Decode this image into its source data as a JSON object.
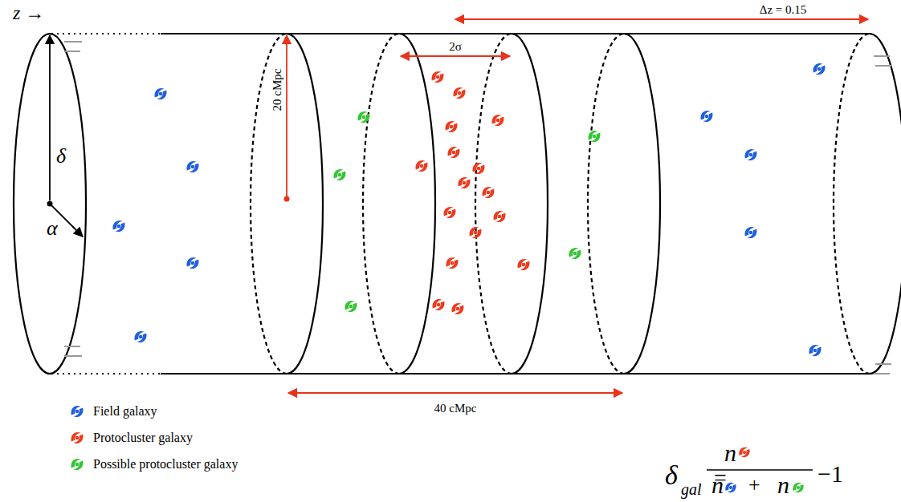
{
  "diagram": {
    "labels": [
      "z →",
      "δ",
      "α",
      "20 cMpc",
      "2σ",
      "Δz = 0.15",
      "40 cMpc",
      "δ",
      "gal",
      "=",
      "n",
      "n",
      "+",
      "n",
      "−1"
    ],
    "legend": [
      {
        "text": "Field galaxy",
        "color": "#1f5fe0"
      },
      {
        "text": "Protocluster galaxy",
        "color": "#f03a1e"
      },
      {
        "text": "Possible protocluster galaxy",
        "color": "#33c633"
      }
    ]
  }
}
